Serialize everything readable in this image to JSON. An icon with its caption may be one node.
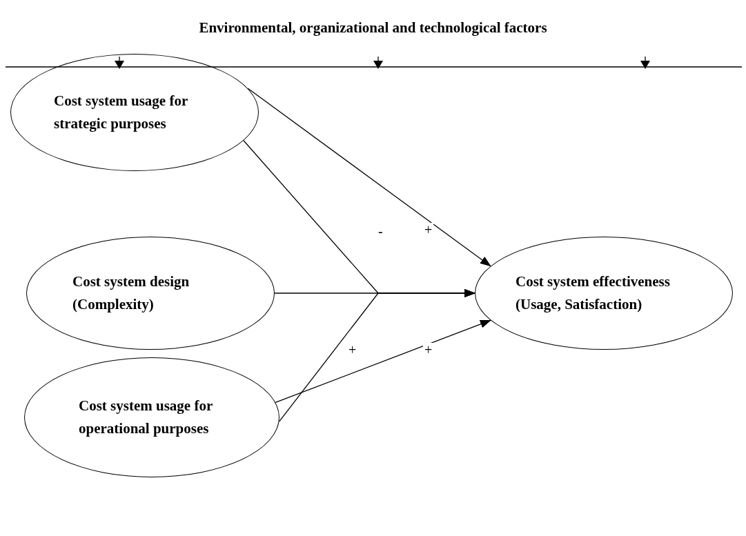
{
  "diagram": {
    "title": "Environmental, organizational and technological factors",
    "nodes": [
      {
        "text": [
          "Cost system usage for strategic purposes"
        ]
      },
      {
        "text": [
          "Cost system design (Complexity)"
        ]
      },
      {
        "text": [
          "Cost system usage for operational purposes"
        ]
      },
      {
        "text": [
          "Cost system effectiveness (Usage, Satisfaction)"
        ]
      }
    ],
    "edges": [
      {
        "from": 0,
        "to": 3,
        "arrow": "to",
        "label": "+"
      },
      {
        "from": 0,
        "to": 3,
        "arrow": "to",
        "label": "-"
      },
      {
        "from": 1,
        "to": 3,
        "arrow": "to"
      },
      {
        "from": 2,
        "to": 3,
        "arrow": "to",
        "label": "+"
      },
      {
        "from": 2,
        "to": 3,
        "arrow": "to",
        "label": "+"
      }
    ]
  }
}
